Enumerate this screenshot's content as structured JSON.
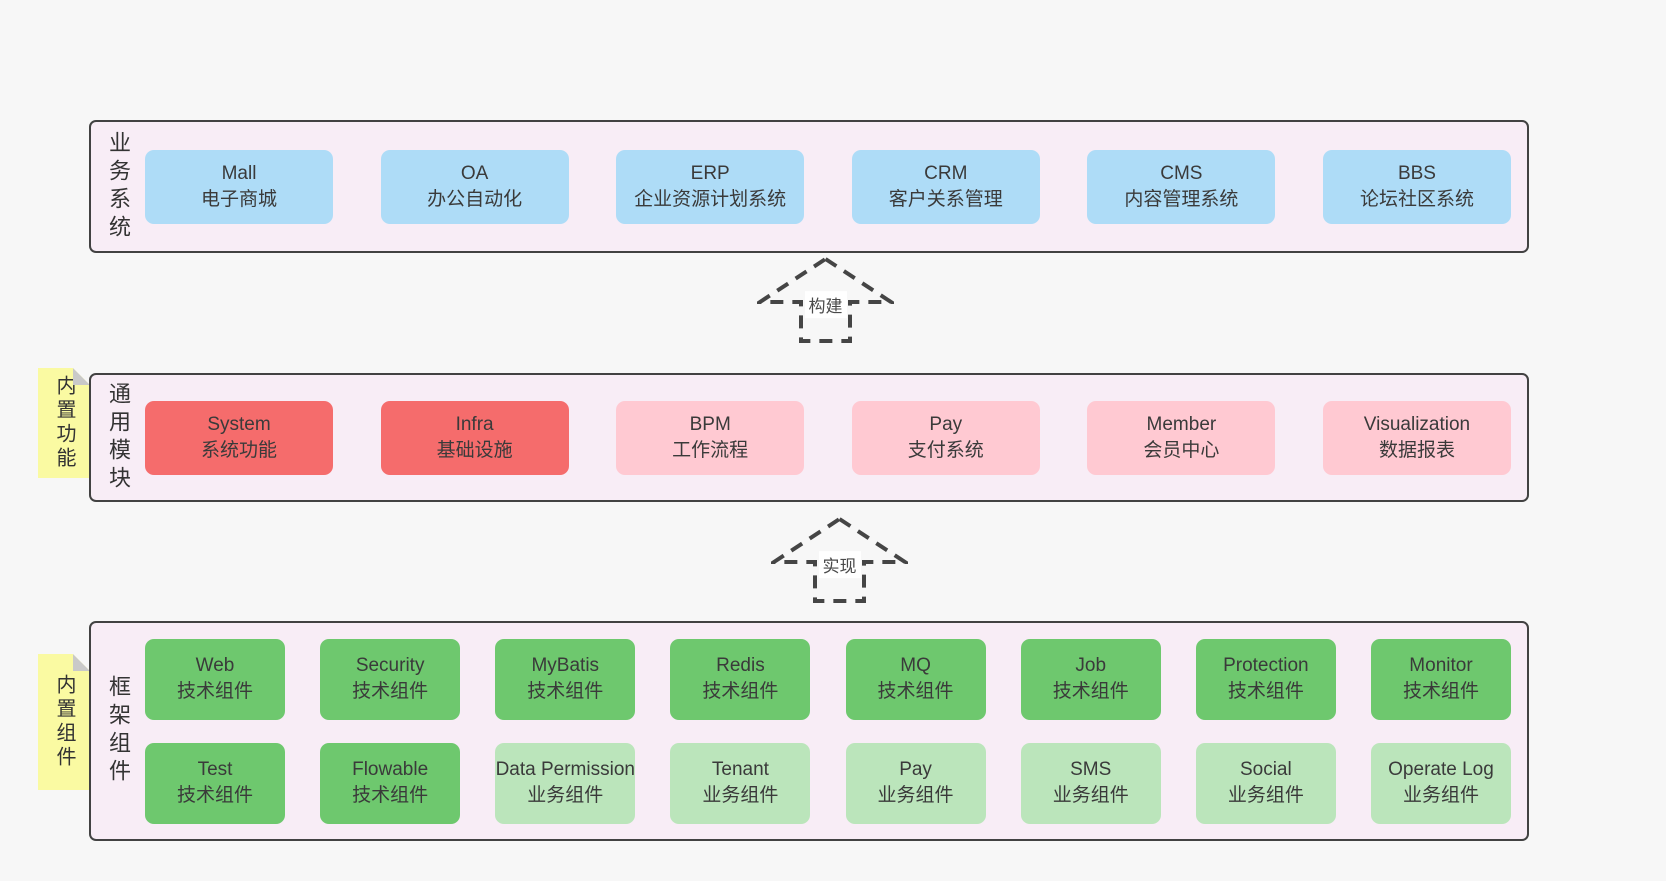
{
  "colors": {
    "page_bg": "#f7f7f7",
    "panel_bg": "#f8edf6",
    "panel_border": "#424242",
    "blue_box": "#aedcf7",
    "red_box": "#f56c6c",
    "pink_box": "#ffc9d2",
    "green_dark_box": "#6ec86e",
    "green_light_box": "#bbe5bb",
    "sticky_tag_bg": "#fafaa2",
    "sticky_tag_fold": "#c9c9c9",
    "text": "#3a3a3a"
  },
  "arrows": {
    "build": "构建",
    "implement": "实现"
  },
  "sections": {
    "business": {
      "label": "业务系统",
      "boxes": [
        {
          "title": "Mall",
          "subtitle": "电子商城",
          "variant": "blue"
        },
        {
          "title": "OA",
          "subtitle": "办公自动化",
          "variant": "blue"
        },
        {
          "title": "ERP",
          "subtitle": "企业资源计划系统",
          "variant": "blue"
        },
        {
          "title": "CRM",
          "subtitle": "客户关系管理",
          "variant": "blue"
        },
        {
          "title": "CMS",
          "subtitle": "内容管理系统",
          "variant": "blue"
        },
        {
          "title": "BBS",
          "subtitle": "论坛社区系统",
          "variant": "blue"
        }
      ]
    },
    "modules": {
      "label": "通用模块",
      "tag": "内置功能",
      "boxes": [
        {
          "title": "System",
          "subtitle": "系统功能",
          "variant": "red"
        },
        {
          "title": "Infra",
          "subtitle": "基础设施",
          "variant": "red"
        },
        {
          "title": "BPM",
          "subtitle": "工作流程",
          "variant": "pink"
        },
        {
          "title": "Pay",
          "subtitle": "支付系统",
          "variant": "pink"
        },
        {
          "title": "Member",
          "subtitle": "会员中心",
          "variant": "pink"
        },
        {
          "title": "Visualization",
          "subtitle": "数据报表",
          "variant": "pink"
        }
      ]
    },
    "framework": {
      "label": "框架组件",
      "tag": "内置组件",
      "rows": [
        [
          {
            "title": "Web",
            "subtitle": "技术组件",
            "variant": "green-dark"
          },
          {
            "title": "Security",
            "subtitle": "技术组件",
            "variant": "green-dark"
          },
          {
            "title": "MyBatis",
            "subtitle": "技术组件",
            "variant": "green-dark"
          },
          {
            "title": "Redis",
            "subtitle": "技术组件",
            "variant": "green-dark"
          },
          {
            "title": "MQ",
            "subtitle": "技术组件",
            "variant": "green-dark"
          },
          {
            "title": "Job",
            "subtitle": "技术组件",
            "variant": "green-dark"
          },
          {
            "title": "Protection",
            "subtitle": "技术组件",
            "variant": "green-dark"
          },
          {
            "title": "Monitor",
            "subtitle": "技术组件",
            "variant": "green-dark"
          }
        ],
        [
          {
            "title": "Test",
            "subtitle": "技术组件",
            "variant": "green-dark"
          },
          {
            "title": "Flowable",
            "subtitle": "技术组件",
            "variant": "green-dark"
          },
          {
            "title": "Data Permission",
            "subtitle": "业务组件",
            "variant": "green-light"
          },
          {
            "title": "Tenant",
            "subtitle": "业务组件",
            "variant": "green-light"
          },
          {
            "title": "Pay",
            "subtitle": "业务组件",
            "variant": "green-light"
          },
          {
            "title": "SMS",
            "subtitle": "业务组件",
            "variant": "green-light"
          },
          {
            "title": "Social",
            "subtitle": "业务组件",
            "variant": "green-light"
          },
          {
            "title": "Operate Log",
            "subtitle": "业务组件",
            "variant": "green-light"
          }
        ]
      ]
    }
  }
}
